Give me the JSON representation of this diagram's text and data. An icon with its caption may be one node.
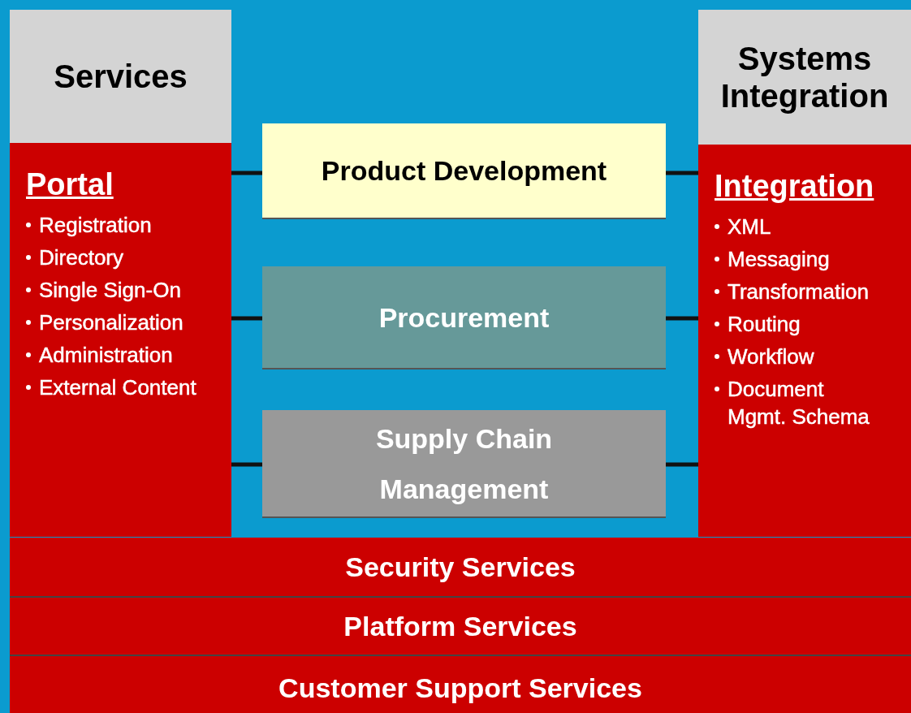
{
  "diagram": {
    "nodes": [
      {
        "text": [
          "Services"
        ]
      },
      {
        "text": [
          "Portal",
          "Registration",
          "Directory",
          "Single Sign-On",
          "Personalization",
          "Administration",
          "External Content"
        ]
      },
      {
        "text": [
          "Systems Integration"
        ]
      },
      {
        "text": [
          "Integration",
          "XML",
          "Messaging",
          "Transformation",
          "Routing",
          "Workflow",
          "Document Mgmt. Schema"
        ]
      },
      {
        "text": [
          "Product Development"
        ]
      },
      {
        "text": [
          "Procurement"
        ]
      },
      {
        "text": [
          "Supply Chain Management"
        ]
      },
      {
        "text": [
          "Security Services"
        ]
      },
      {
        "text": [
          "Platform Services"
        ]
      },
      {
        "text": [
          "Customer Support Services"
        ]
      }
    ],
    "edges": [
      {
        "from": 1,
        "to": 4,
        "arrow": "none"
      },
      {
        "from": 1,
        "to": 5,
        "arrow": "none"
      },
      {
        "from": 1,
        "to": 6,
        "arrow": "none"
      },
      {
        "from": 4,
        "to": 3,
        "arrow": "none"
      },
      {
        "from": 5,
        "to": 3,
        "arrow": "none"
      },
      {
        "from": 6,
        "to": 3,
        "arrow": "none"
      }
    ]
  }
}
